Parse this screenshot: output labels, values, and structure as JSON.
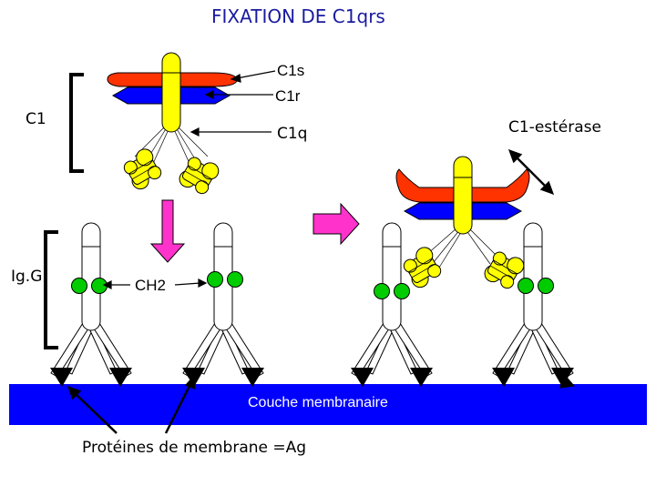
{
  "title": "FIXATION DE C1qrs",
  "labels": {
    "c1s": "C1s",
    "c1r": "C1r",
    "c1q": "C1q",
    "c1": "C1",
    "igg": "Ig.G",
    "ch2": "CH2",
    "esterase": "C1-estérase",
    "membrane": "Couche membranaire",
    "proteins": "Protéines de membrane =Ag"
  },
  "colors": {
    "c1s_red": "#ff3300",
    "c1r_blue": "#0000ff",
    "c1q_yellow": "#ffff00",
    "ch2_green": "#00cc00",
    "arrow_magenta": "#ff33cc",
    "membrane_blue": "#0000ff",
    "antigen_black": "#000000"
  },
  "icons": {
    "down_arrow": "down-arrow-icon",
    "right_arrow": "right-arrow-icon"
  }
}
